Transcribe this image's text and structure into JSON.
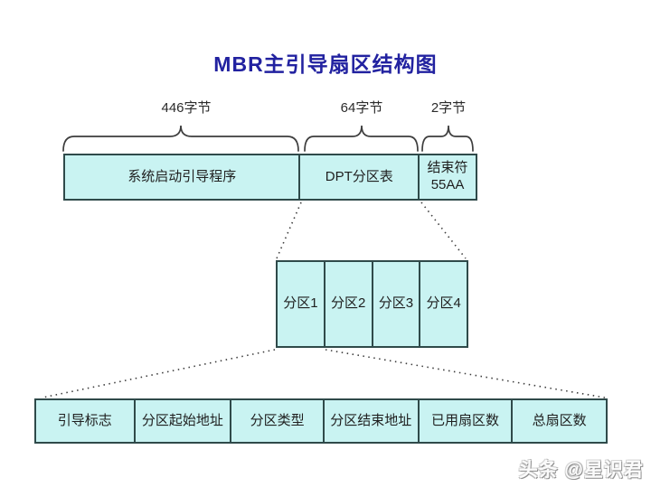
{
  "title": "MBR主引导扇区结构图",
  "byte_size_labels": {
    "boot_code": "446字节",
    "dpt": "64字节",
    "signature": "2字节"
  },
  "mbr_bar": {
    "boot_code": "系统启动引导程序",
    "dpt": "DPT分区表",
    "signature_line1": "结束符",
    "signature_line2": "55AA"
  },
  "partition_table": {
    "cells": [
      {
        "label": "分区1"
      },
      {
        "label": "分区2"
      },
      {
        "label": "分区3"
      },
      {
        "label": "分区4"
      }
    ]
  },
  "partition_entry": {
    "cells": [
      {
        "label": "引导标志"
      },
      {
        "label": "分区起始地址"
      },
      {
        "label": "分区类型"
      },
      {
        "label": "分区结束地址"
      },
      {
        "label": "已用扇区数"
      },
      {
        "label": "总扇区数"
      }
    ]
  },
  "watermark": "头条 @星识君",
  "colors": {
    "title_navy": "#2222a0",
    "box_fill": "#c9f3f2",
    "box_border": "#2f4a4a",
    "line_gray": "#3d3d3d",
    "text_dark": "#1f1f1f"
  }
}
